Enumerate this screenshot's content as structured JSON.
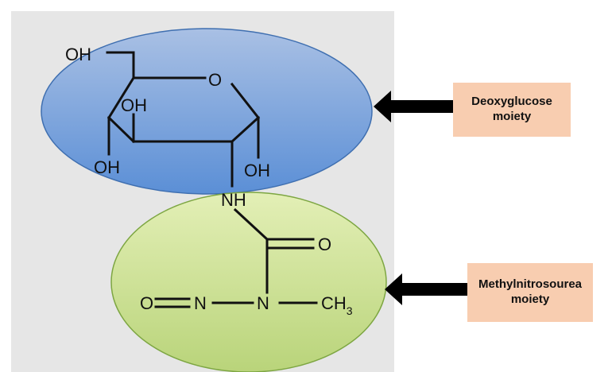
{
  "colors": {
    "panel_gray": "#e6e6e6",
    "ellipse_blue_top": "#a9c0e4",
    "ellipse_blue_bottom": "#5b8fd6",
    "ellipse_blue_stroke": "#3f6fb0",
    "ellipse_green_top": "#e3efb6",
    "ellipse_green_bottom": "#b9d47a",
    "ellipse_green_stroke": "#7da642",
    "label_fill": "#f8cdb0",
    "arrow": "#000000"
  },
  "atoms": {
    "oh_top": "OH",
    "o_ring": "O",
    "oh_mid": "OH",
    "oh_left": "OH",
    "oh_right": "OH",
    "nh": "NH",
    "o_carbonyl": "O",
    "o_nitroso": "O",
    "n1": "N",
    "n2": "N",
    "ch": "CH",
    "ch_sub": "3"
  },
  "labels": {
    "deoxyglucose": [
      "Deoxyglucose",
      "moiety"
    ],
    "methylnitrosourea": [
      "Methylnitrosourea",
      "moiety"
    ]
  }
}
